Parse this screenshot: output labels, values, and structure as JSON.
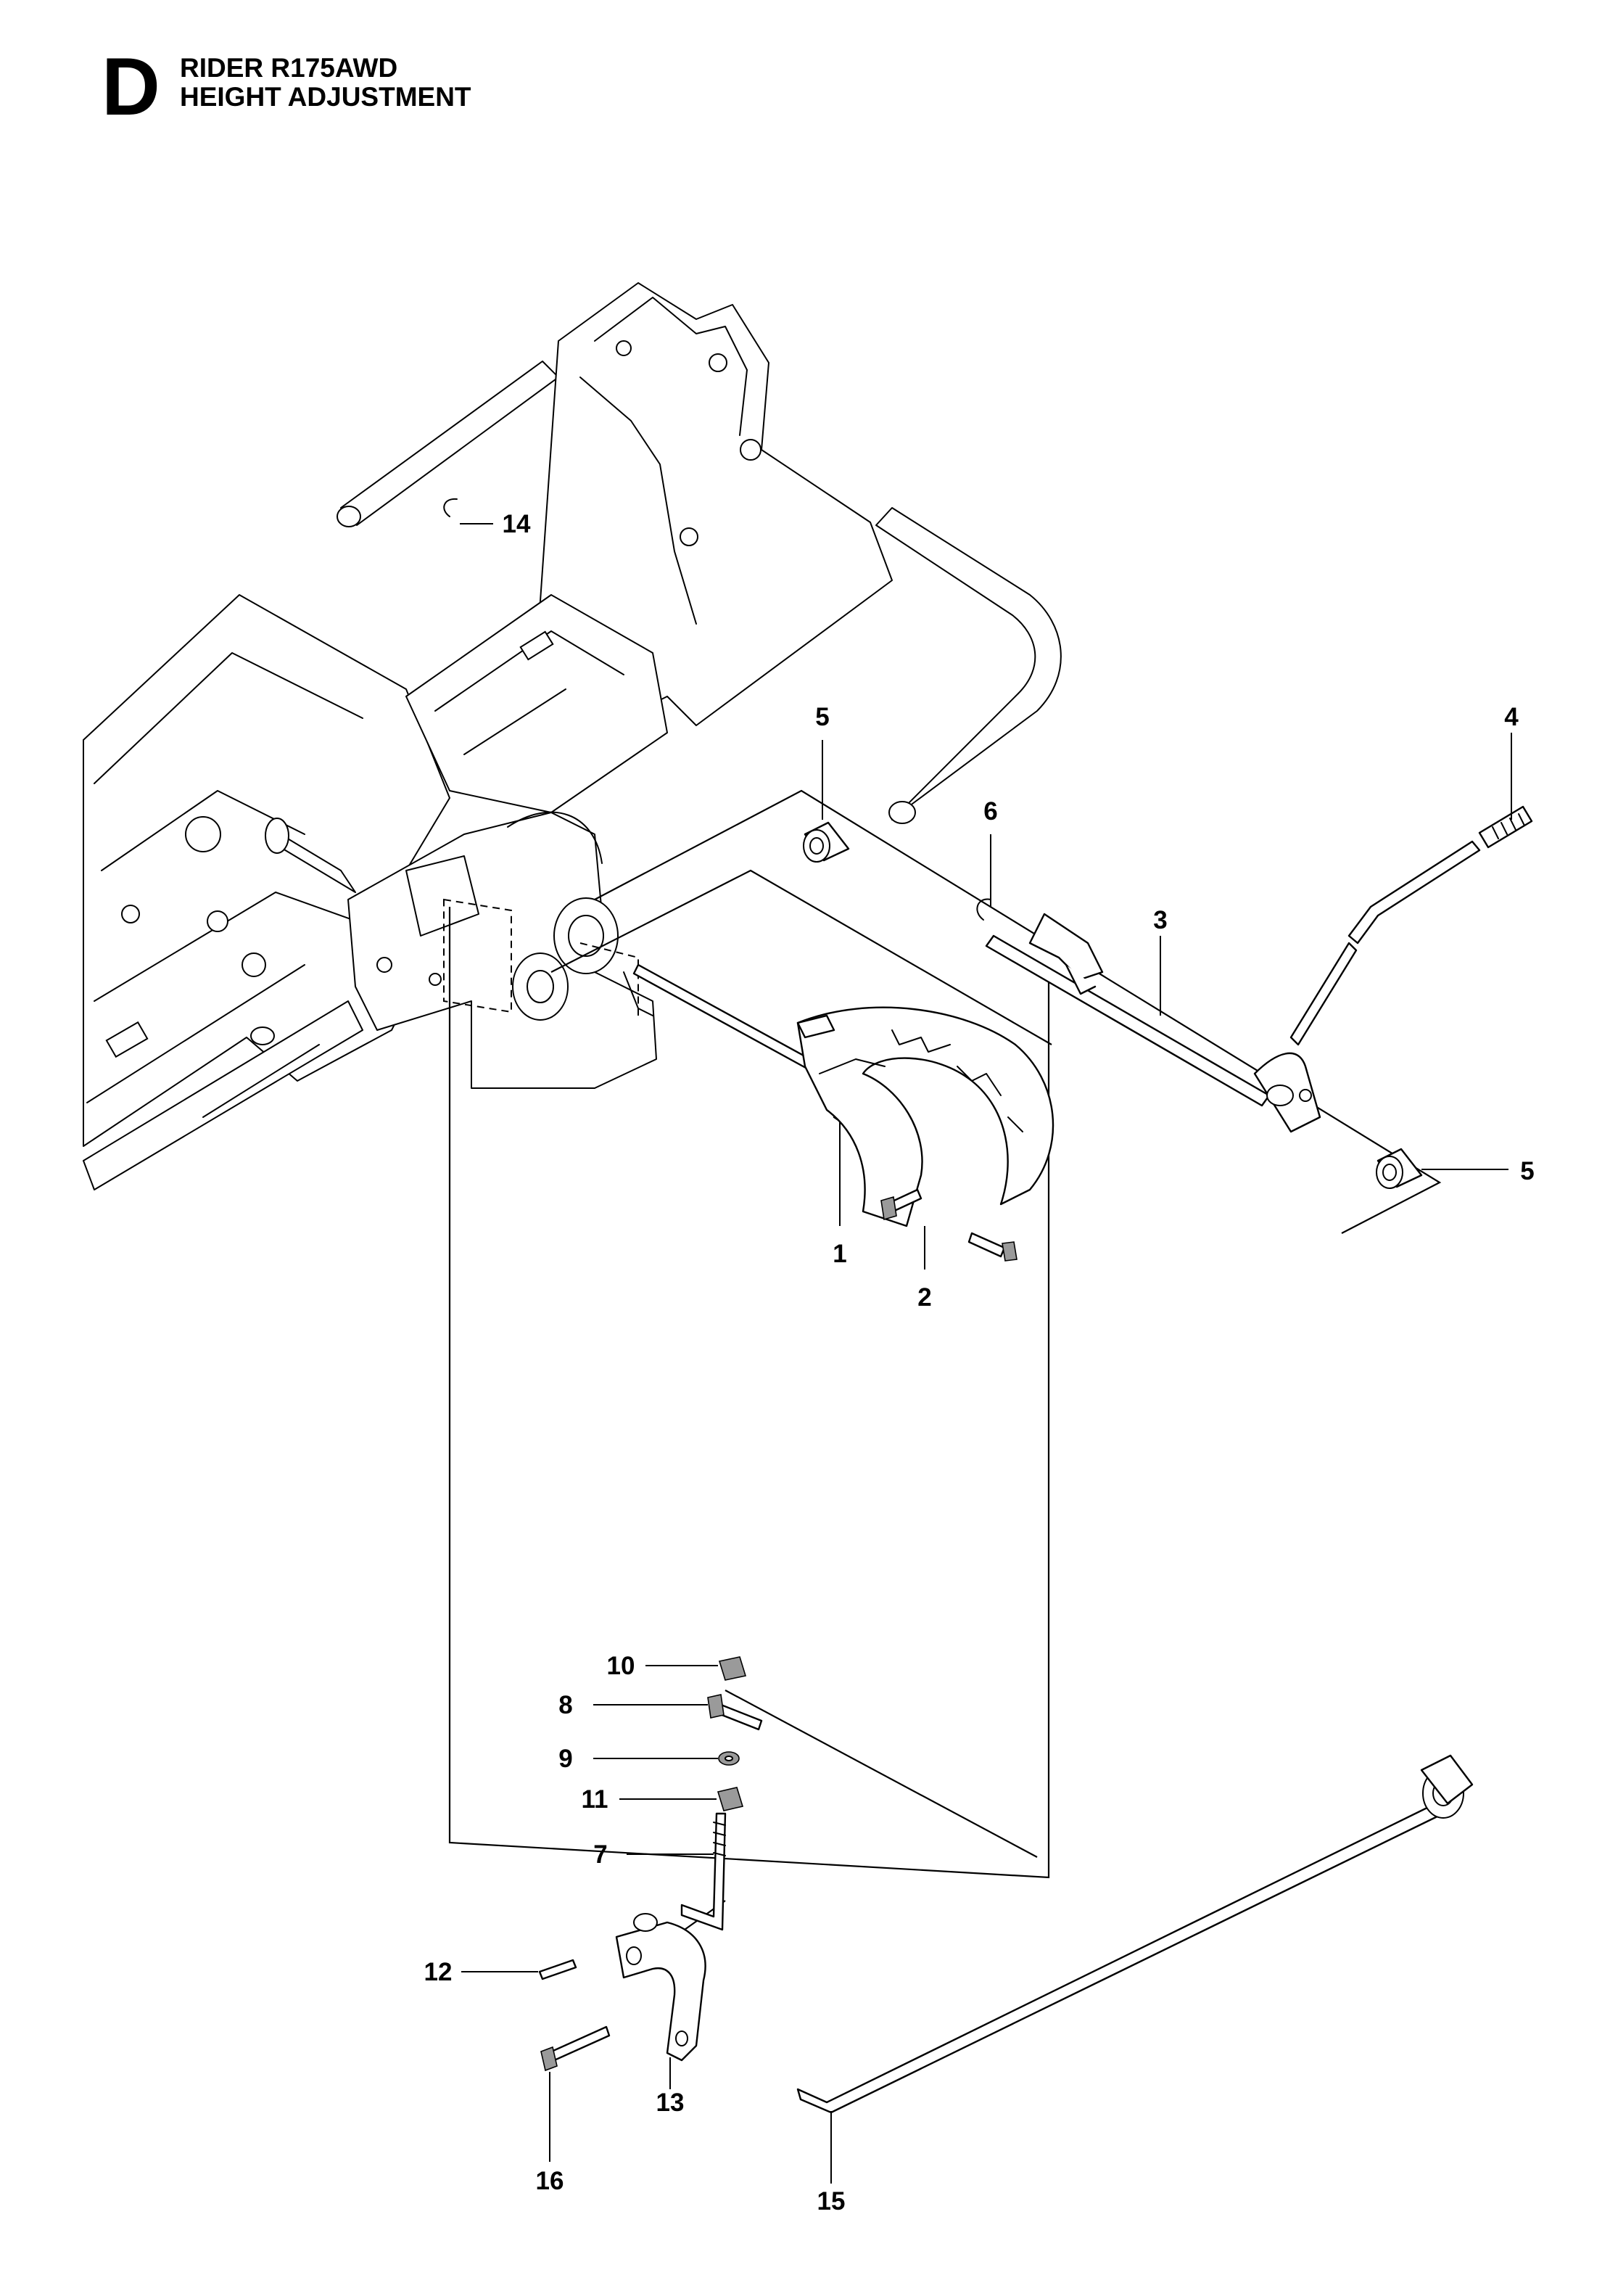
{
  "header": {
    "section_letter": "D",
    "model": "RIDER R175AWD",
    "title": "HEIGHT ADJUSTMENT"
  },
  "callouts": [
    {
      "id": "c1",
      "label": "1"
    },
    {
      "id": "c2",
      "label": "2"
    },
    {
      "id": "c3",
      "label": "3"
    },
    {
      "id": "c4",
      "label": "4"
    },
    {
      "id": "c5a",
      "label": "5"
    },
    {
      "id": "c5b",
      "label": "5"
    },
    {
      "id": "c6",
      "label": "6"
    },
    {
      "id": "c7",
      "label": "7"
    },
    {
      "id": "c8",
      "label": "8"
    },
    {
      "id": "c9",
      "label": "9"
    },
    {
      "id": "c10",
      "label": "10"
    },
    {
      "id": "c11",
      "label": "11"
    },
    {
      "id": "c12",
      "label": "12"
    },
    {
      "id": "c13",
      "label": "13"
    },
    {
      "id": "c14",
      "label": "14"
    },
    {
      "id": "c15",
      "label": "15"
    },
    {
      "id": "c16",
      "label": "16"
    }
  ]
}
